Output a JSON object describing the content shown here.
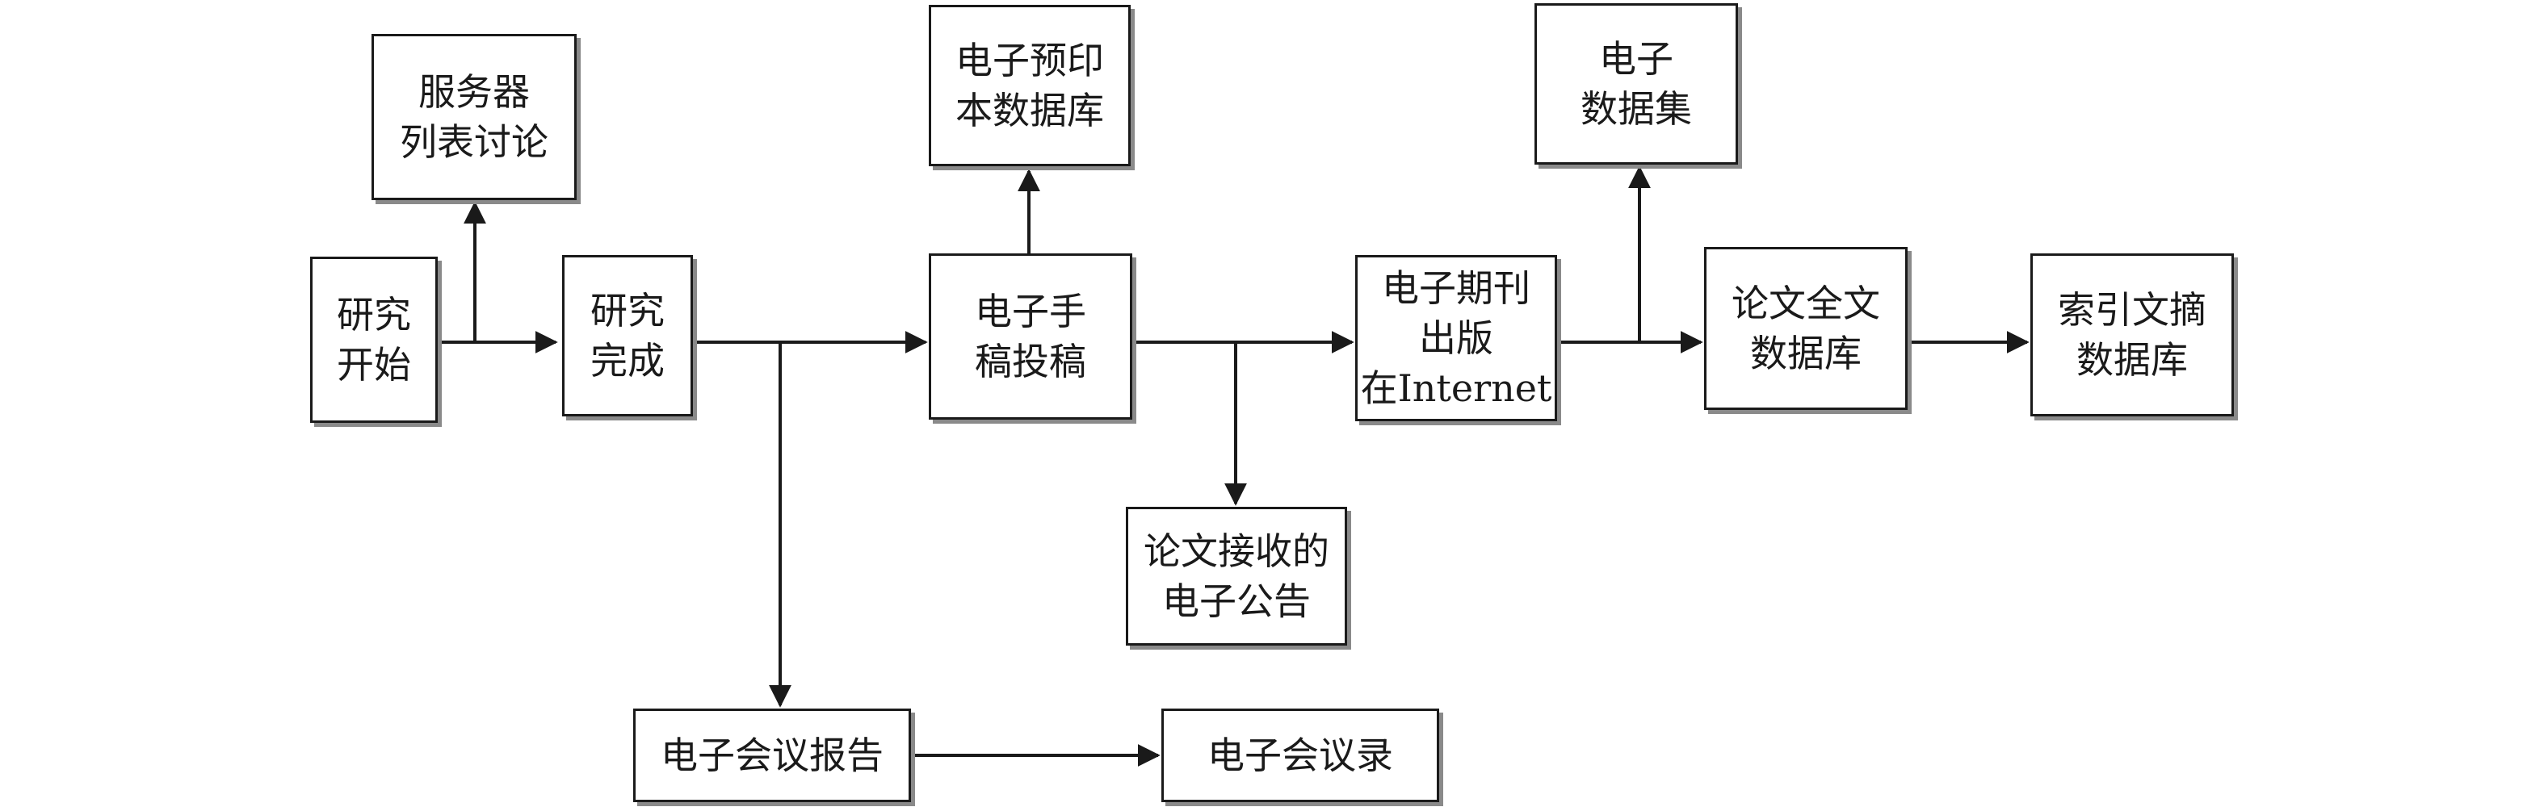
{
  "diagram": {
    "line_color": "#1a1a1a",
    "box_border_color": "#1a1a1a",
    "box_shadow_color": "#8a8a8a",
    "nodes": {
      "research_start": "研究\n开始",
      "server_list": "服务器\n列表讨论",
      "research_done": "研究\n完成",
      "e_manuscript": "电子手\n稿投稿",
      "e_preprint_db": "电子预印\n本数据库",
      "e_journal": "电子期刊\n出版\n在Internet",
      "e_dataset": "电子\n数据集",
      "fulltext_db": "论文全文\n数据库",
      "index_abstract_db": "索引文摘\n数据库",
      "acceptance_notice": "论文接收的\n电子公告",
      "e_conf_report": "电子会议报告",
      "e_conf_record": "电子会议录"
    }
  }
}
